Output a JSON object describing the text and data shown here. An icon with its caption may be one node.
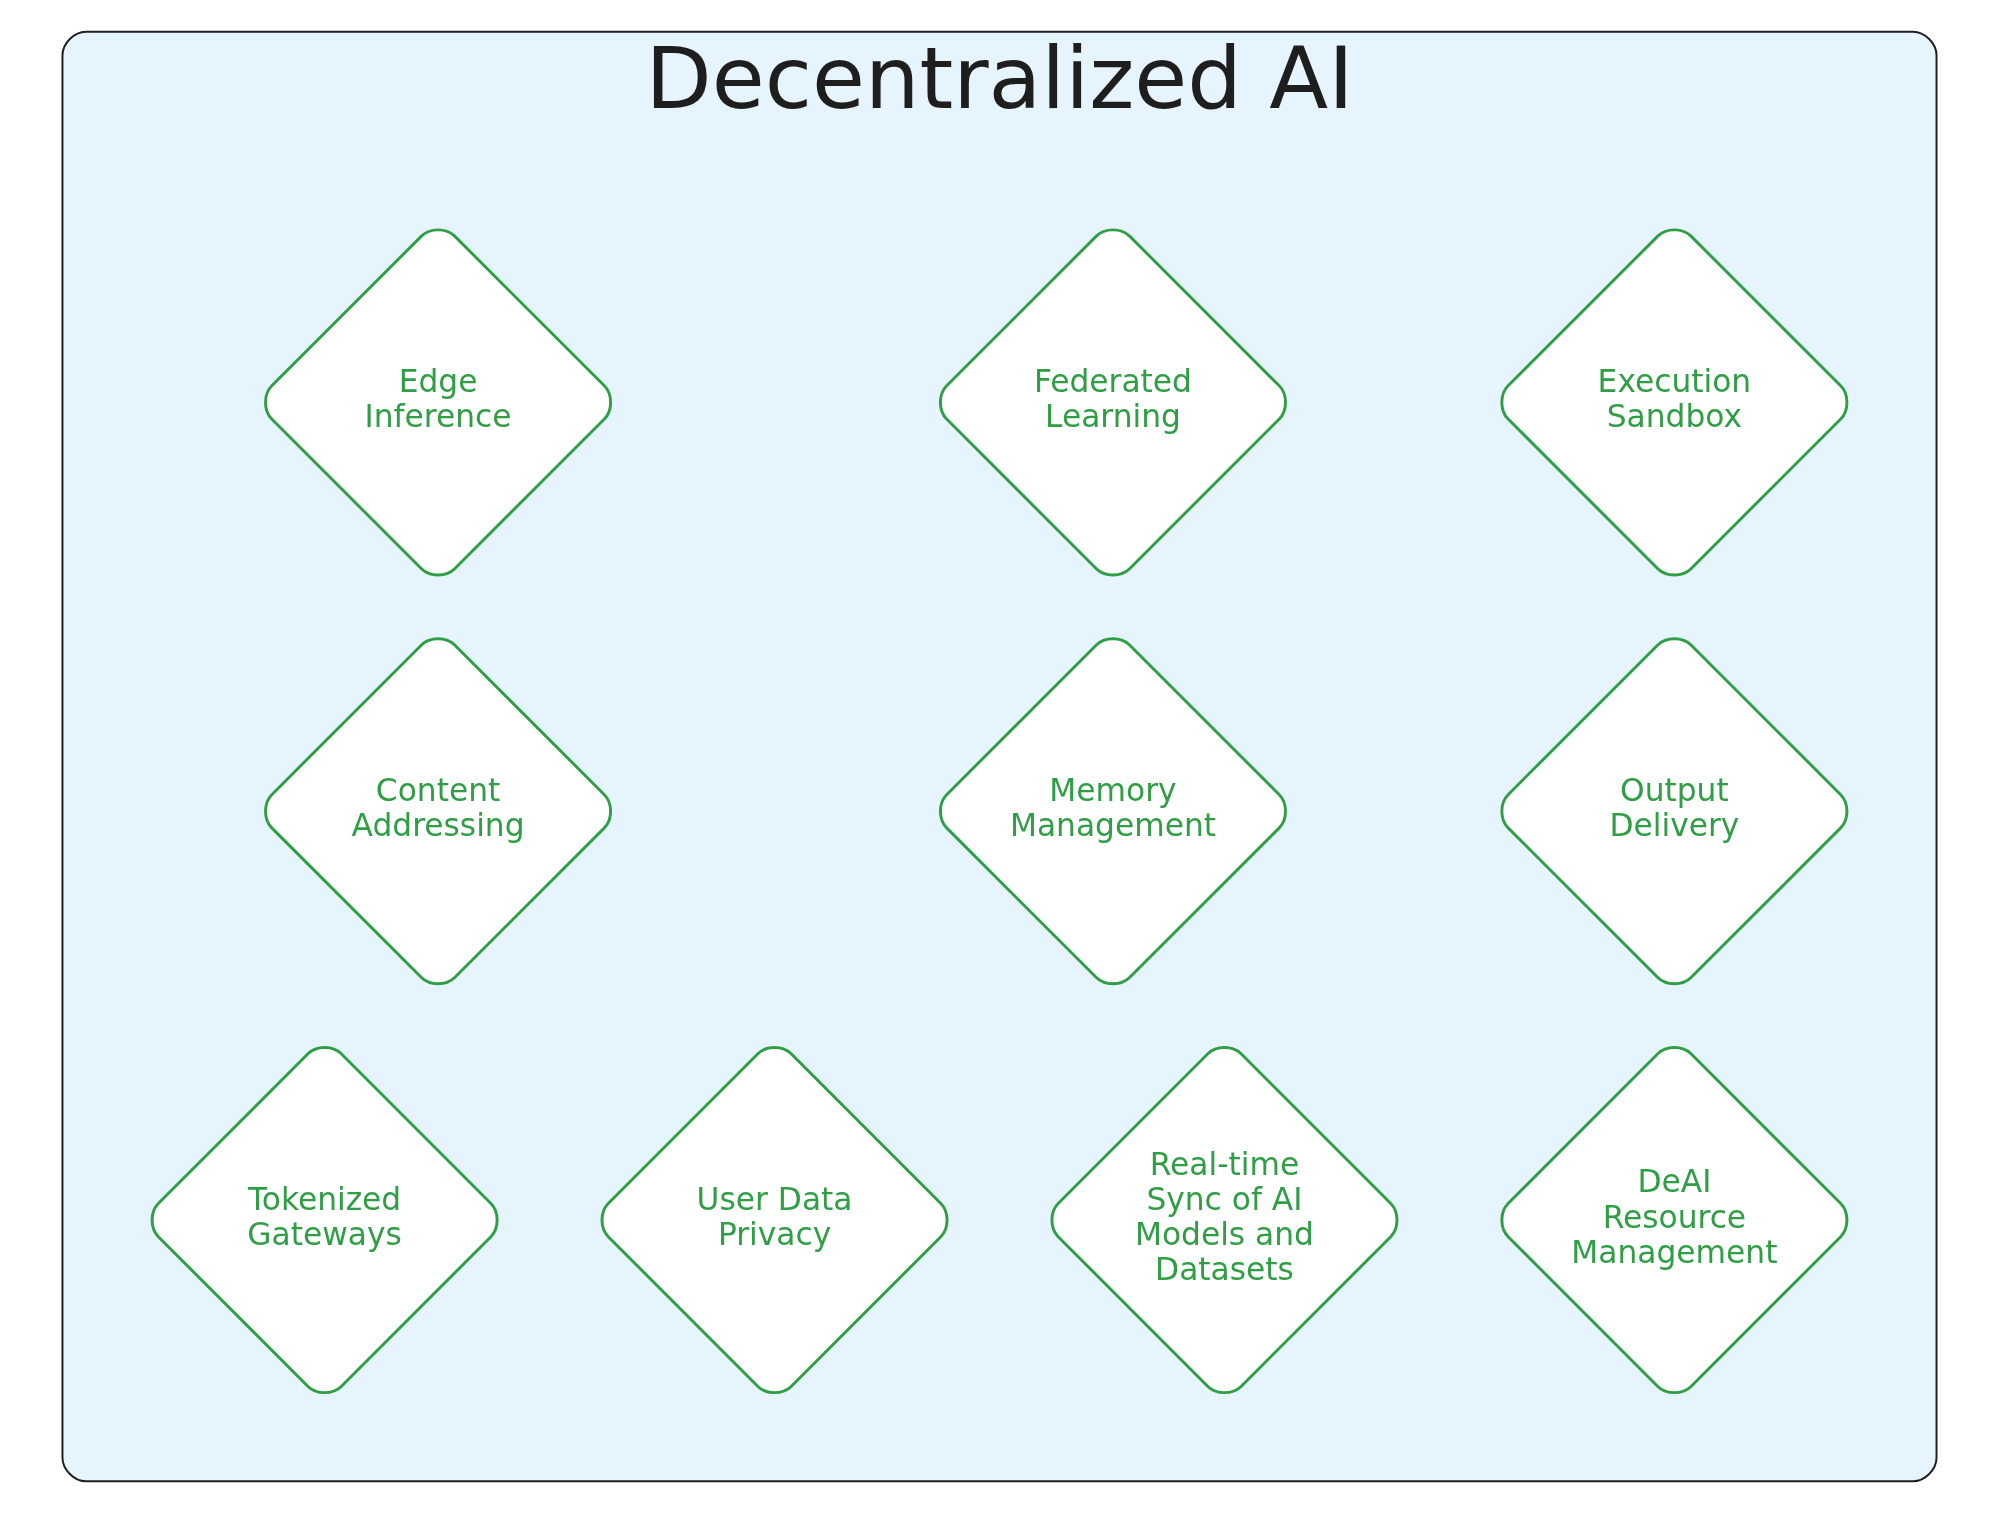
{
  "diagram": {
    "nodes": [
      {
        "text": [
          "Decentralized AI"
        ]
      },
      {
        "text": [
          "Execution Sandbox"
        ],
        "in": 0
      },
      {
        "text": [
          "Federated Learning"
        ],
        "in": 0
      },
      {
        "text": [
          "Edge Inference"
        ],
        "in": 0
      },
      {
        "text": [
          "Output Delivery"
        ],
        "in": 0
      },
      {
        "text": [
          "Memory Management"
        ],
        "in": 0
      },
      {
        "text": [
          "Content Addressing"
        ],
        "in": 0
      },
      {
        "text": [
          "DeAI Resource Management"
        ],
        "in": 0
      },
      {
        "text": [
          "Real-time Sync of AI Models and Datasets"
        ],
        "in": 0
      },
      {
        "text": [
          "User Data Privacy"
        ],
        "in": 0
      },
      {
        "text": [
          "Tokenized Gateways"
        ],
        "in": 0
      }
    ],
    "edges": []
  }
}
